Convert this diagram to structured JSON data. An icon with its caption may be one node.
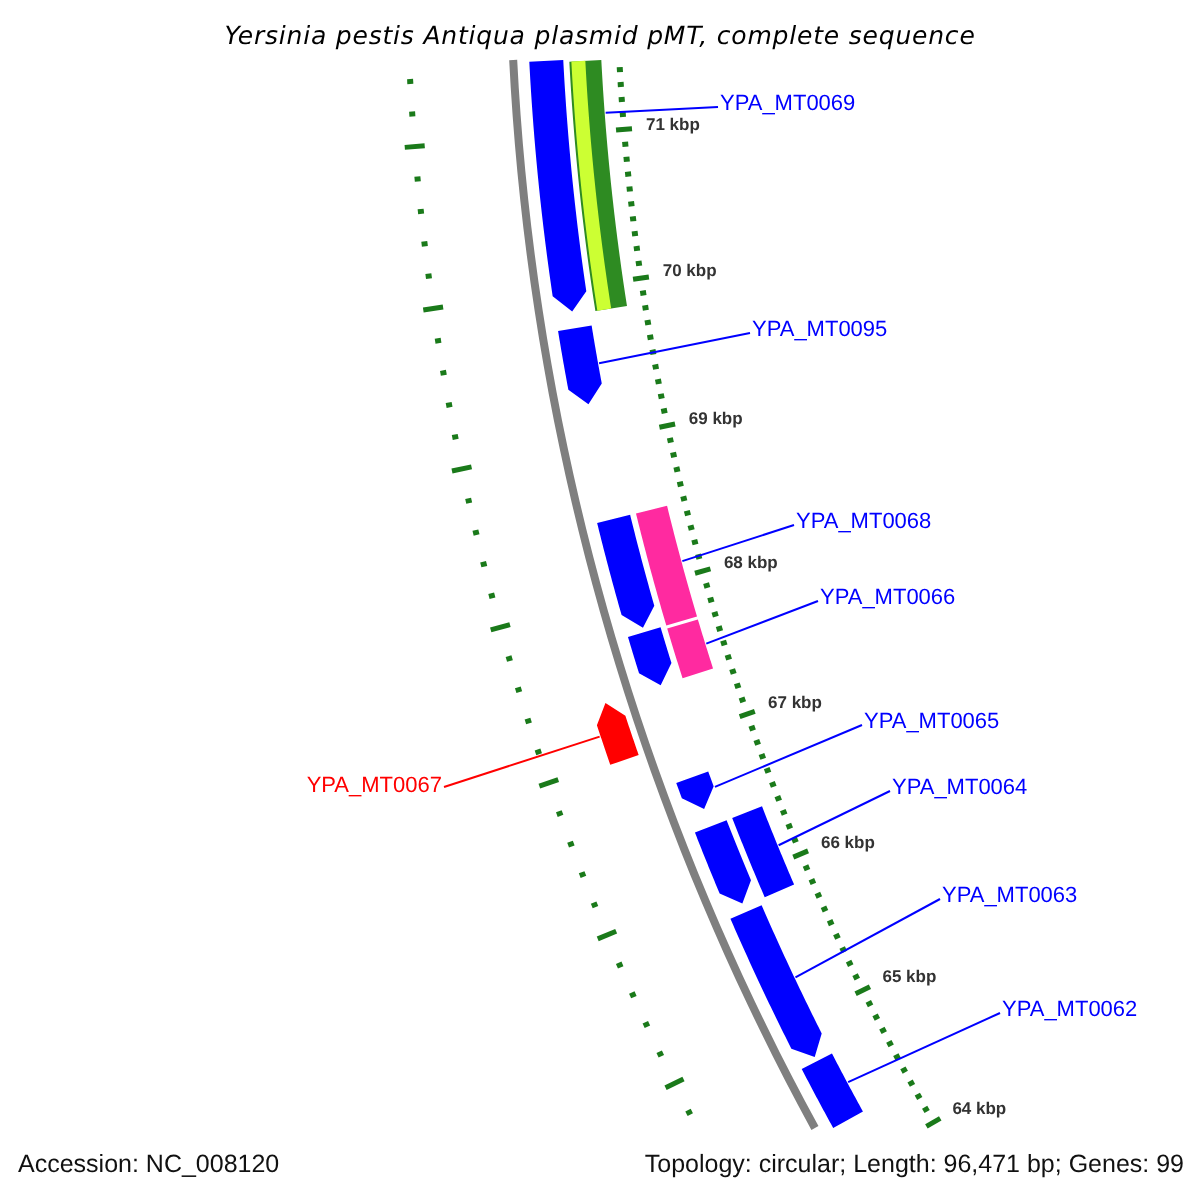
{
  "diagram": {
    "title": "Yersinia pestis Antiqua plasmid pMT, complete sequence",
    "nodes": [
      {
        "text": [
          "YPA_MT0069"
        ]
      },
      {
        "text": [
          "YPA_MT0095"
        ]
      },
      {
        "text": [
          "YPA_MT0068"
        ]
      },
      {
        "text": [
          "YPA_MT0066"
        ]
      },
      {
        "text": [
          "YPA_MT0065"
        ]
      },
      {
        "text": [
          "YPA_MT0064"
        ]
      },
      {
        "text": [
          "YPA_MT0063"
        ]
      },
      {
        "text": [
          "YPA_MT0062"
        ]
      },
      {
        "text": [
          "YPA_MT0067"
        ]
      },
      {
        "text": [],
        "shape": "arrow"
      },
      {
        "text": [],
        "shape": "bar"
      },
      {
        "text": [],
        "shape": "arrow"
      },
      {
        "text": [],
        "shape": "arrow"
      },
      {
        "text": [],
        "shape": "bar"
      },
      {
        "text": [],
        "shape": "arrow"
      },
      {
        "text": [],
        "shape": "bar"
      },
      {
        "text": [],
        "shape": "arrow"
      },
      {
        "text": [],
        "shape": "arrow"
      },
      {
        "text": [],
        "shape": "arrow"
      },
      {
        "text": [],
        "shape": "bar"
      },
      {
        "text": [],
        "shape": "arrow"
      },
      {
        "text": [],
        "shape": "bar"
      }
    ],
    "edges": [
      {
        "from": 0,
        "to": 10,
        "arrow": "none"
      },
      {
        "from": 1,
        "to": 11,
        "arrow": "none"
      },
      {
        "from": 2,
        "to": 13,
        "arrow": "none"
      },
      {
        "from": 3,
        "to": 15,
        "arrow": "none"
      },
      {
        "from": 4,
        "to": 17,
        "arrow": "none"
      },
      {
        "from": 5,
        "to": 19,
        "arrow": "none"
      },
      {
        "from": 6,
        "to": 20,
        "arrow": "none"
      },
      {
        "from": 7,
        "to": 21,
        "arrow": "none"
      },
      {
        "from": 8,
        "to": 16,
        "arrow": "none",
        "color": "#ff0000"
      }
    ],
    "labels": [
      "71 kbp",
      "70 kbp",
      "69 kbp",
      "68 kbp",
      "67 kbp",
      "66 kbp",
      "65 kbp",
      "64 kbp",
      "Accession: NC_008120",
      "Topology: circular; Length: 96,471 bp; Genes: 99"
    ]
  }
}
